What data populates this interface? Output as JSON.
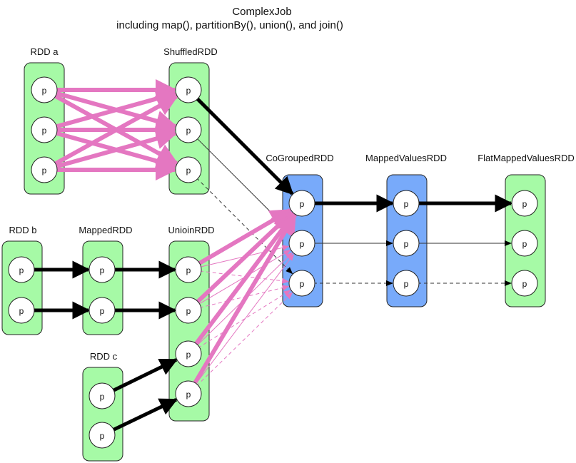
{
  "title": {
    "line1": "ComplexJob",
    "line2": "including map(), partitionBy(), union(), and join()"
  },
  "colors": {
    "green_rdd": "#a6faa6",
    "blue_rdd": "#78aafa",
    "shuffle_edge": "#e477c1",
    "narrow_edge": "#000000"
  },
  "partition_label": "p",
  "rdds": [
    {
      "id": "a",
      "name": "RDD a",
      "fill": "green",
      "partitions": 3
    },
    {
      "id": "shuffled",
      "name": "ShuffledRDD",
      "fill": "green",
      "partitions": 3
    },
    {
      "id": "b",
      "name": "RDD b",
      "fill": "green",
      "partitions": 2
    },
    {
      "id": "mapped",
      "name": "MappedRDD",
      "fill": "green",
      "partitions": 2
    },
    {
      "id": "c",
      "name": "RDD c",
      "fill": "green",
      "partitions": 2
    },
    {
      "id": "union",
      "name": "UnioinRDD",
      "fill": "green",
      "partitions": 4
    },
    {
      "id": "cogrouped",
      "name": "CoGroupedRDD",
      "fill": "blue",
      "partitions": 3
    },
    {
      "id": "mappedvalues",
      "name": "MappedValuesRDD",
      "fill": "blue",
      "partitions": 3
    },
    {
      "id": "flatmappedvalues",
      "name": "FlatMappedValuesRDD",
      "fill": "green",
      "partitions": 3
    }
  ],
  "edges": [
    {
      "from": "a.0",
      "to": "shuffled.0",
      "kind": "shuffle"
    },
    {
      "from": "a.0",
      "to": "shuffled.1",
      "kind": "shuffle"
    },
    {
      "from": "a.0",
      "to": "shuffled.2",
      "kind": "shuffle"
    },
    {
      "from": "a.1",
      "to": "shuffled.0",
      "kind": "shuffle"
    },
    {
      "from": "a.1",
      "to": "shuffled.1",
      "kind": "shuffle"
    },
    {
      "from": "a.1",
      "to": "shuffled.2",
      "kind": "shuffle"
    },
    {
      "from": "a.2",
      "to": "shuffled.0",
      "kind": "shuffle"
    },
    {
      "from": "a.2",
      "to": "shuffled.1",
      "kind": "shuffle"
    },
    {
      "from": "a.2",
      "to": "shuffled.2",
      "kind": "shuffle"
    },
    {
      "from": "shuffled.0",
      "to": "cogrouped.0",
      "kind": "narrow-thick"
    },
    {
      "from": "shuffled.1",
      "to": "cogrouped.1",
      "kind": "narrow-thin"
    },
    {
      "from": "shuffled.2",
      "to": "cogrouped.2",
      "kind": "narrow-dashed"
    },
    {
      "from": "b.0",
      "to": "mapped.0",
      "kind": "narrow-thick"
    },
    {
      "from": "b.1",
      "to": "mapped.1",
      "kind": "narrow-thick"
    },
    {
      "from": "mapped.0",
      "to": "union.0",
      "kind": "narrow-thick"
    },
    {
      "from": "mapped.1",
      "to": "union.1",
      "kind": "narrow-thick"
    },
    {
      "from": "c.0",
      "to": "union.2",
      "kind": "narrow-thick"
    },
    {
      "from": "c.1",
      "to": "union.3",
      "kind": "narrow-thick"
    },
    {
      "from": "union.0",
      "to": "cogrouped.0",
      "kind": "shuffle-thick"
    },
    {
      "from": "union.0",
      "to": "cogrouped.1",
      "kind": "shuffle-thin"
    },
    {
      "from": "union.0",
      "to": "cogrouped.2",
      "kind": "shuffle-dashed"
    },
    {
      "from": "union.1",
      "to": "cogrouped.0",
      "kind": "shuffle-thick"
    },
    {
      "from": "union.1",
      "to": "cogrouped.1",
      "kind": "shuffle-thin"
    },
    {
      "from": "union.1",
      "to": "cogrouped.2",
      "kind": "shuffle-dashed"
    },
    {
      "from": "union.2",
      "to": "cogrouped.0",
      "kind": "shuffle-thick"
    },
    {
      "from": "union.2",
      "to": "cogrouped.1",
      "kind": "shuffle-thin"
    },
    {
      "from": "union.2",
      "to": "cogrouped.2",
      "kind": "shuffle-dashed"
    },
    {
      "from": "union.3",
      "to": "cogrouped.0",
      "kind": "shuffle-thick"
    },
    {
      "from": "union.3",
      "to": "cogrouped.1",
      "kind": "shuffle-thin"
    },
    {
      "from": "union.3",
      "to": "cogrouped.2",
      "kind": "shuffle-dashed"
    },
    {
      "from": "cogrouped.0",
      "to": "mappedvalues.0",
      "kind": "narrow-thick"
    },
    {
      "from": "cogrouped.1",
      "to": "mappedvalues.1",
      "kind": "narrow-thin"
    },
    {
      "from": "cogrouped.2",
      "to": "mappedvalues.2",
      "kind": "narrow-dashed"
    },
    {
      "from": "mappedvalues.0",
      "to": "flatmappedvalues.0",
      "kind": "narrow-thick"
    },
    {
      "from": "mappedvalues.1",
      "to": "flatmappedvalues.1",
      "kind": "narrow-thin"
    },
    {
      "from": "mappedvalues.2",
      "to": "flatmappedvalues.2",
      "kind": "narrow-dashed"
    }
  ]
}
